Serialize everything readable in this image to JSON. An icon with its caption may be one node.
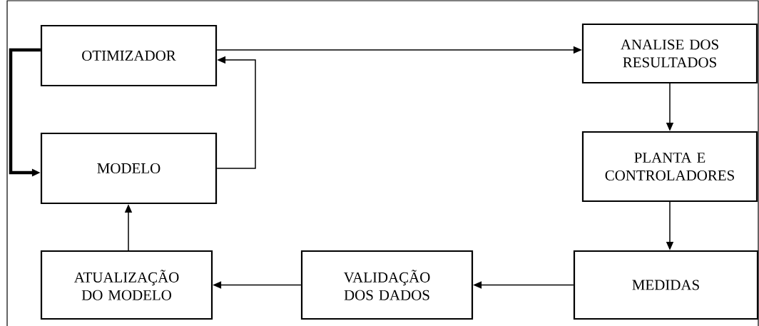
{
  "diagram": {
    "nodes": [
      {
        "text": [
          "OTIMIZADOR"
        ]
      },
      {
        "text": [
          "ANALISE DOS RESULTADOS"
        ]
      },
      {
        "text": [
          "MODELO"
        ]
      },
      {
        "text": [
          "PLANTA E CONTROLADORES"
        ]
      },
      {
        "text": [
          "ATUALIZAÇÃO DO MODELO"
        ]
      },
      {
        "text": [
          "VALIDAÇÃO DOS DADOS"
        ]
      },
      {
        "text": [
          "MEDIDAS"
        ]
      }
    ],
    "edges": [
      {
        "from": 0,
        "to": 1,
        "arrow": "to"
      },
      {
        "from": 1,
        "to": 3,
        "arrow": "to"
      },
      {
        "from": 3,
        "to": 6,
        "arrow": "to"
      },
      {
        "from": 6,
        "to": 5,
        "arrow": "to"
      },
      {
        "from": 5,
        "to": 4,
        "arrow": "to"
      },
      {
        "from": 4,
        "to": 2,
        "arrow": "to"
      },
      {
        "from": 2,
        "to": 0,
        "arrow": "to"
      },
      {
        "from": 0,
        "to": 2,
        "arrow": "to",
        "style": "thick"
      }
    ]
  }
}
